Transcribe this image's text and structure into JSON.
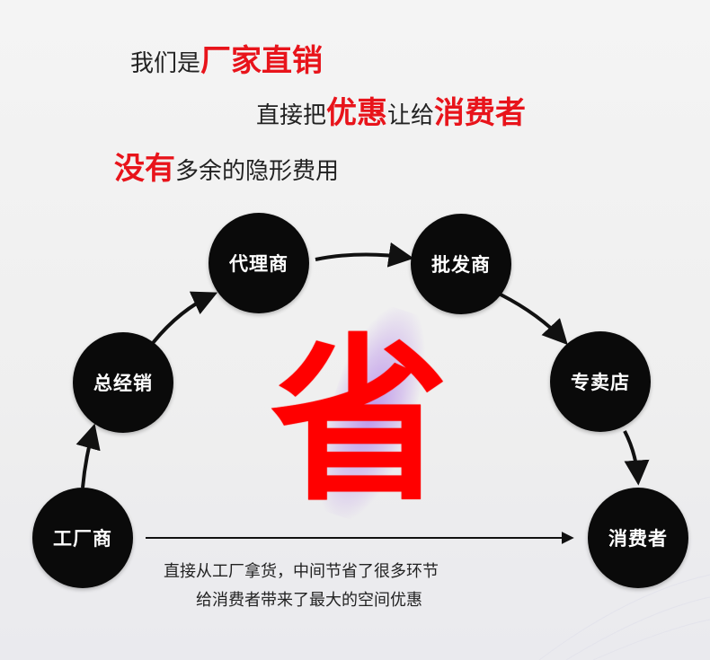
{
  "headline": {
    "line1": {
      "plain": "我们是",
      "emphasis": "厂家直销"
    },
    "line2": {
      "plain1": "直接把",
      "emphasis1": "优惠",
      "plain2": "让给",
      "emphasis2": "消费者"
    },
    "line3": {
      "emphasis": "没有",
      "plain": "多余的隐形费用"
    }
  },
  "nodes": {
    "factory": "工厂商",
    "general_distributor": "总经销",
    "agent": "代理商",
    "wholesaler": "批发商",
    "specialty_store": "专卖店",
    "consumer": "消费者"
  },
  "center_char": "省",
  "caption": {
    "line1": "直接从工厂拿货，中间节省了很多环节",
    "line2": "给消费者带来了最大的空间优惠"
  },
  "colors": {
    "emphasis": "#e8141b",
    "center_char": "#ff0000",
    "node_fill": "#0a0a0a",
    "glow": "#9650e6"
  }
}
